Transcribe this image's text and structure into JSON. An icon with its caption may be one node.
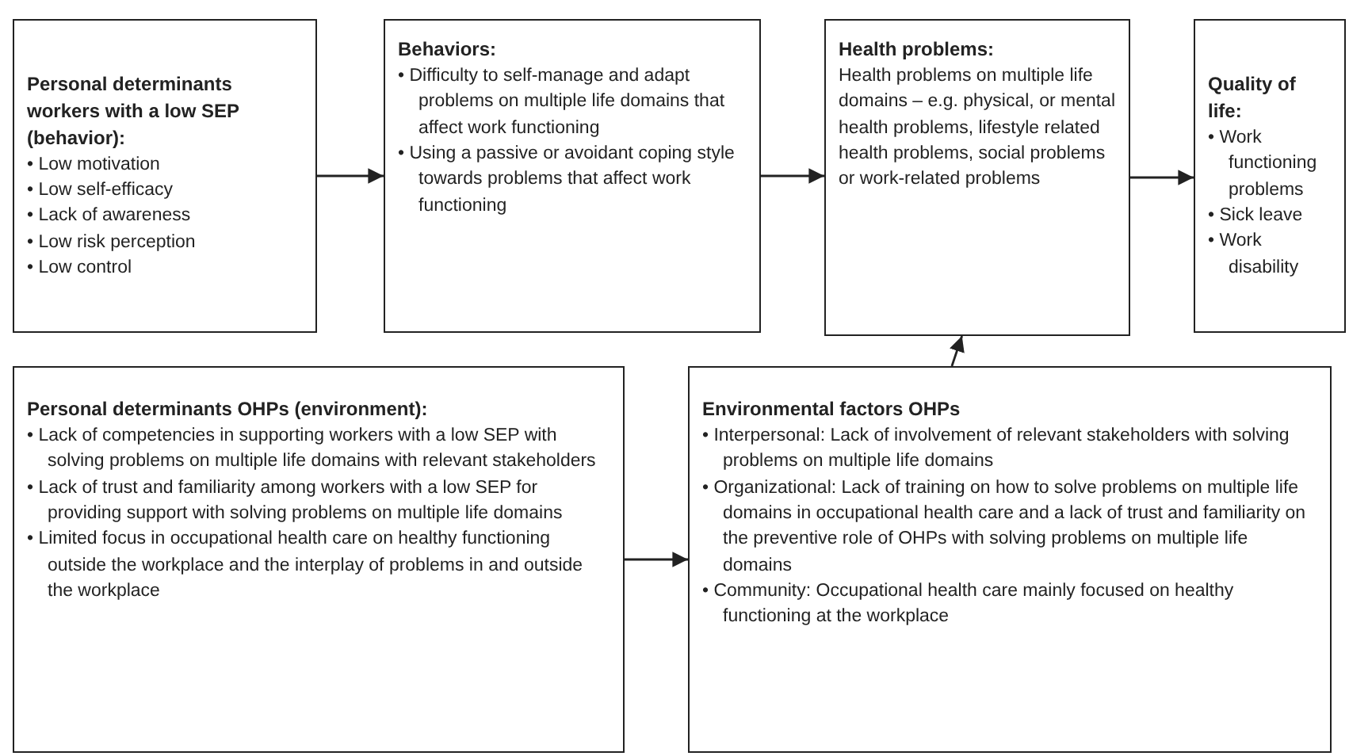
{
  "diagram": {
    "nodes": [
      {
        "text": [
          "Personal determinants workers with a low SEP (behavior):",
          "• Low motivation",
          "• Low self-efficacy",
          "• Lack of awareness",
          "• Low risk perception",
          "• Low control"
        ]
      },
      {
        "text": [
          "Behaviors:",
          "• Difficulty to self-manage and adapt problems on multiple life domains that affect work functioning",
          "• Using a passive or avoidant coping style towards problems that affect work functioning"
        ]
      },
      {
        "text": [
          "Health problems:",
          "Health problems on multiple life domains – e.g. physical, or mental health problems, lifestyle related health problems, social problems or work-related problems"
        ]
      },
      {
        "text": [
          "Quality of life:",
          "• Work functioning problems",
          "• Sick leave",
          "• Work disability"
        ]
      },
      {
        "text": [
          "Personal determinants OHPs (environment):",
          "• Lack of competencies in supporting workers with a low SEP with solving problems on multiple life domains with relevant stakeholders",
          "• Lack of trust and familiarity among workers with a low SEP for providing support with solving problems on multiple life domains",
          "• Limited focus in occupational health care on healthy functioning outside the workplace and the interplay of problems in and outside the workplace"
        ]
      },
      {
        "text": [
          "Environmental factors OHPs",
          "• Interpersonal: Lack of involvement of relevant stakeholders with solving problems on multiple life domains",
          "• Organizational: Lack of training on how to solve problems on multiple life domains in occupational health care and a lack of trust and familiarity on the preventive role of OHPs with solving problems on multiple life domains",
          "• Community: Occupational health care mainly focused on healthy functioning at the workplace"
        ]
      }
    ],
    "edges": [
      {
        "from": 0,
        "to": 1,
        "arrow": "to"
      },
      {
        "from": 1,
        "to": 2,
        "arrow": "to"
      },
      {
        "from": 2,
        "to": 3,
        "arrow": "to"
      },
      {
        "from": 4,
        "to": 5,
        "arrow": "to"
      },
      {
        "from": 5,
        "to": 2,
        "arrow": "to"
      }
    ]
  }
}
